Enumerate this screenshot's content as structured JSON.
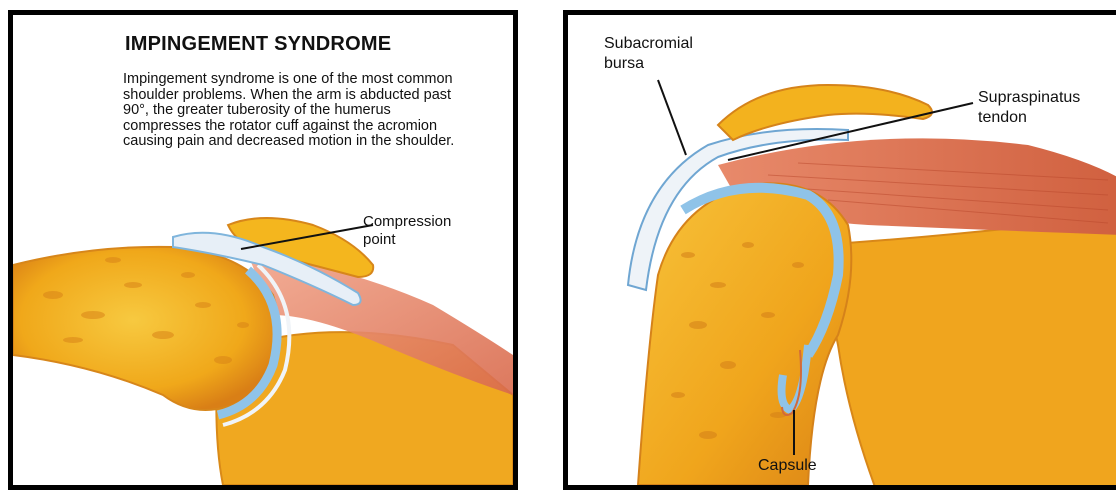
{
  "left_panel": {
    "title": "IMPINGEMENT SYNDROME",
    "description": "Impingement syndrome is one of the most common shoulder problems. When the arm is abducted past 90°, the greater tuberosity of the humerus compresses the rotator cuff against the acromion causing pain and decreased motion in the shoulder.",
    "labels": {
      "compression_1": "Compression",
      "compression_2": "point"
    }
  },
  "right_panel": {
    "labels": {
      "subacromial_1": "Subacromial",
      "subacromial_2": "bursa",
      "supraspinatus_1": "Supraspinatus",
      "supraspinatus_2": "tendon",
      "capsule": "Capsule"
    }
  },
  "colors": {
    "bone": "#f4b81c",
    "bone_dark": "#d9891a",
    "cartilage": "#8fc3e8",
    "muscle": "#e07a5a",
    "tendon": "#e6eef6",
    "background": "#ffffff"
  }
}
